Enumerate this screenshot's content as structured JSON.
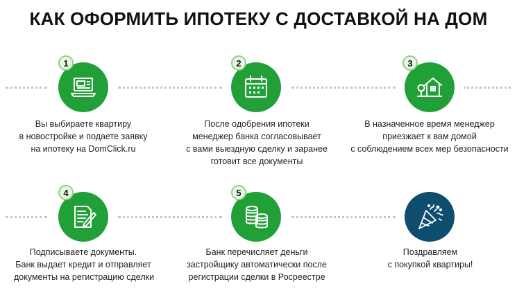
{
  "title": "КАК ОФОРМИТЬ ИПОТЕКУ С ДОСТАВКОЙ НА ДОМ",
  "colors": {
    "green": "#21a038",
    "darkTeal": "#0e4d6e",
    "badge_bg": "#e9f6e7"
  },
  "steps": [
    {
      "number": "1",
      "icon": "laptop-icon",
      "lines": [
        "Вы выбираете квартиру",
        "в новостройке и подаете заявку",
        "на ипотеку на DomClick.ru"
      ]
    },
    {
      "number": "2",
      "icon": "calendar-icon",
      "lines": [
        "После одобрения ипотеки",
        "менеджер банка согласовывает",
        "с вами выездную сделку и заранее",
        "готовит все документы"
      ]
    },
    {
      "number": "3",
      "icon": "house-icon",
      "lines": [
        "В назначенное время менеджер",
        "приезжает к вам домой",
        "с соблюдением всех мер безопасности"
      ]
    },
    {
      "number": "4",
      "icon": "document-pen-icon",
      "lines": [
        "Подписываете документы.",
        "Банк выдает кредит и отправляет",
        "документы на регистрацию сделки"
      ]
    },
    {
      "number": "5",
      "icon": "coins-icon",
      "lines": [
        "Банк перечисляет деньги",
        "застройщику автоматически после",
        "регистрации сделки в Росреестре"
      ]
    },
    {
      "number": "",
      "icon": "party-popper-icon",
      "lines": [
        "Поздравляем",
        "с покупкой квартиры!"
      ]
    }
  ]
}
